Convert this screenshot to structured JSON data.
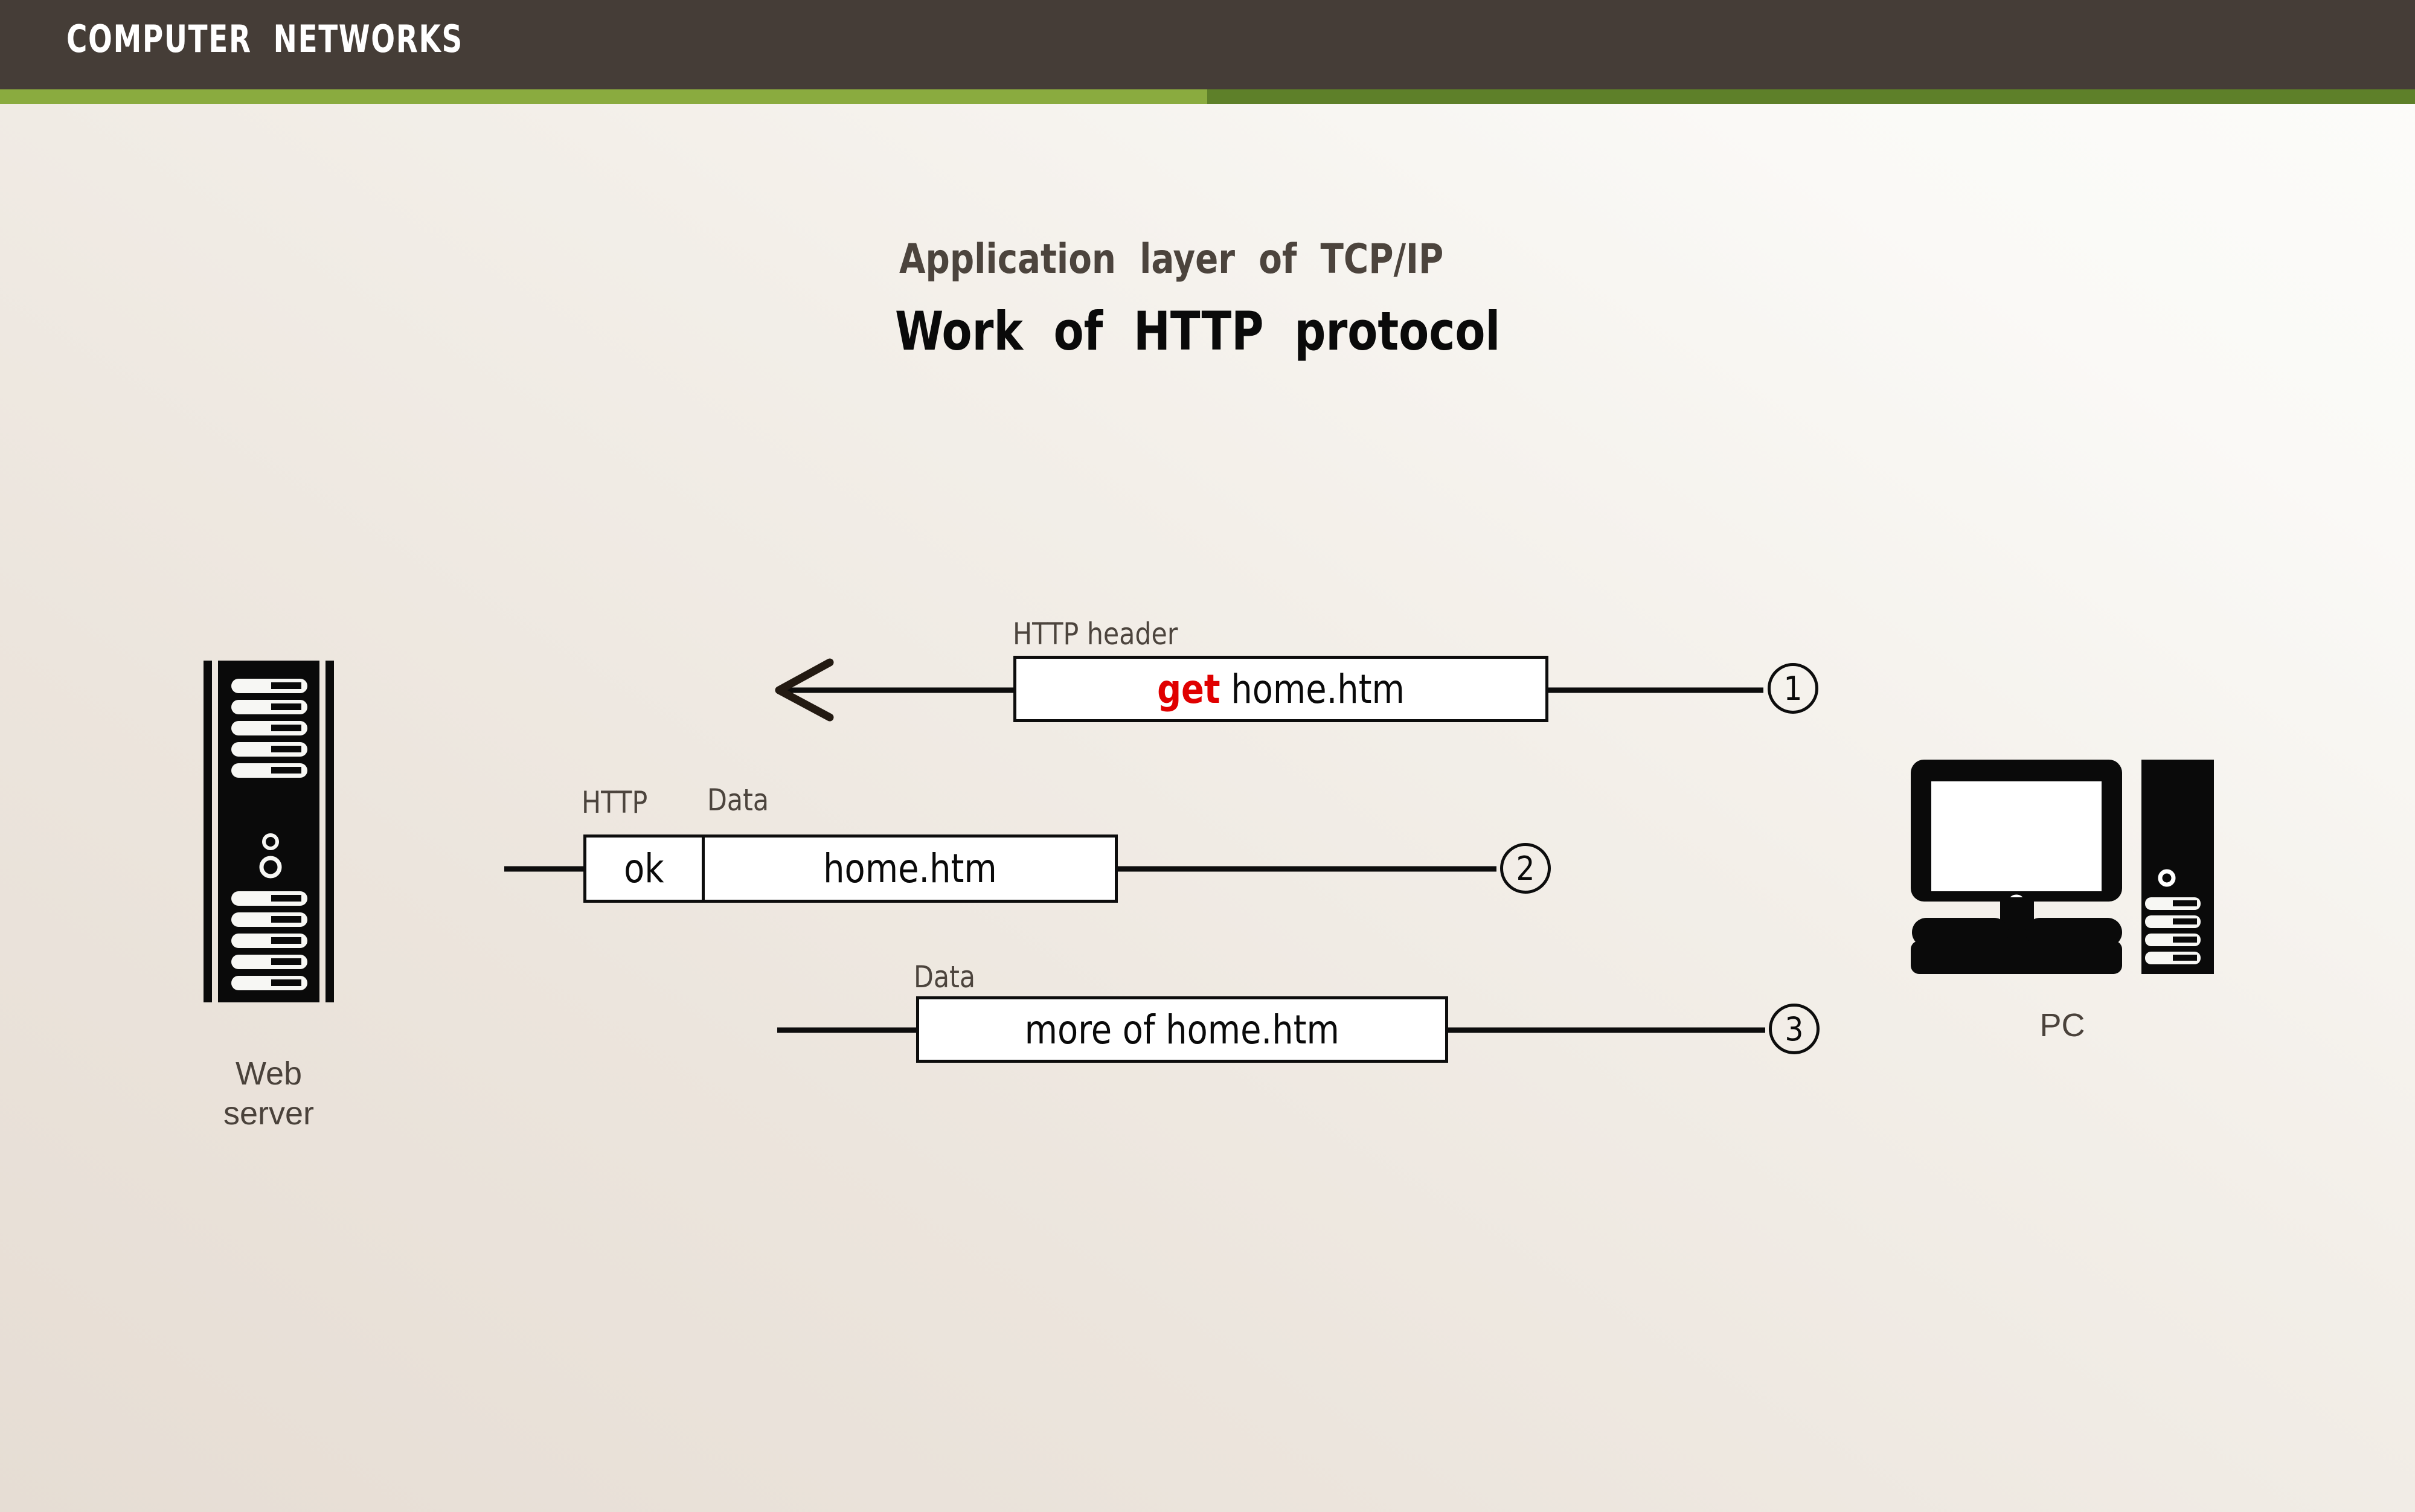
{
  "header": {
    "title": "COMPUTER  NETWORKS",
    "bar_color": "#453d37",
    "accent_left_color": "#8aab3f",
    "accent_right_color": "#5e8029"
  },
  "titles": {
    "subtitle": "Application  layer  of  TCP/IP",
    "main": "Work  of  HTTP  protocol"
  },
  "nodes": {
    "server": {
      "label": "Web\nserver",
      "icon": "server-tower-icon"
    },
    "client": {
      "label": "PC",
      "icon": "desktop-pc-icon"
    }
  },
  "accent_red": "#e00000",
  "messages": [
    {
      "step": "1",
      "direction": "server",
      "field_labels": [
        "HTTP header"
      ],
      "cells": [
        {
          "keyword": "get",
          "text": " home.htm"
        }
      ]
    },
    {
      "step": "2",
      "direction": "client",
      "field_labels": [
        "HTTP",
        "Data"
      ],
      "cells": [
        {
          "keyword": "ok",
          "text": ""
        },
        {
          "keyword": "",
          "text": "home.htm"
        }
      ]
    },
    {
      "step": "3",
      "direction": "client",
      "field_labels": [
        "Data"
      ],
      "cells": [
        {
          "keyword": "",
          "text": "more of home.htm"
        }
      ]
    }
  ]
}
